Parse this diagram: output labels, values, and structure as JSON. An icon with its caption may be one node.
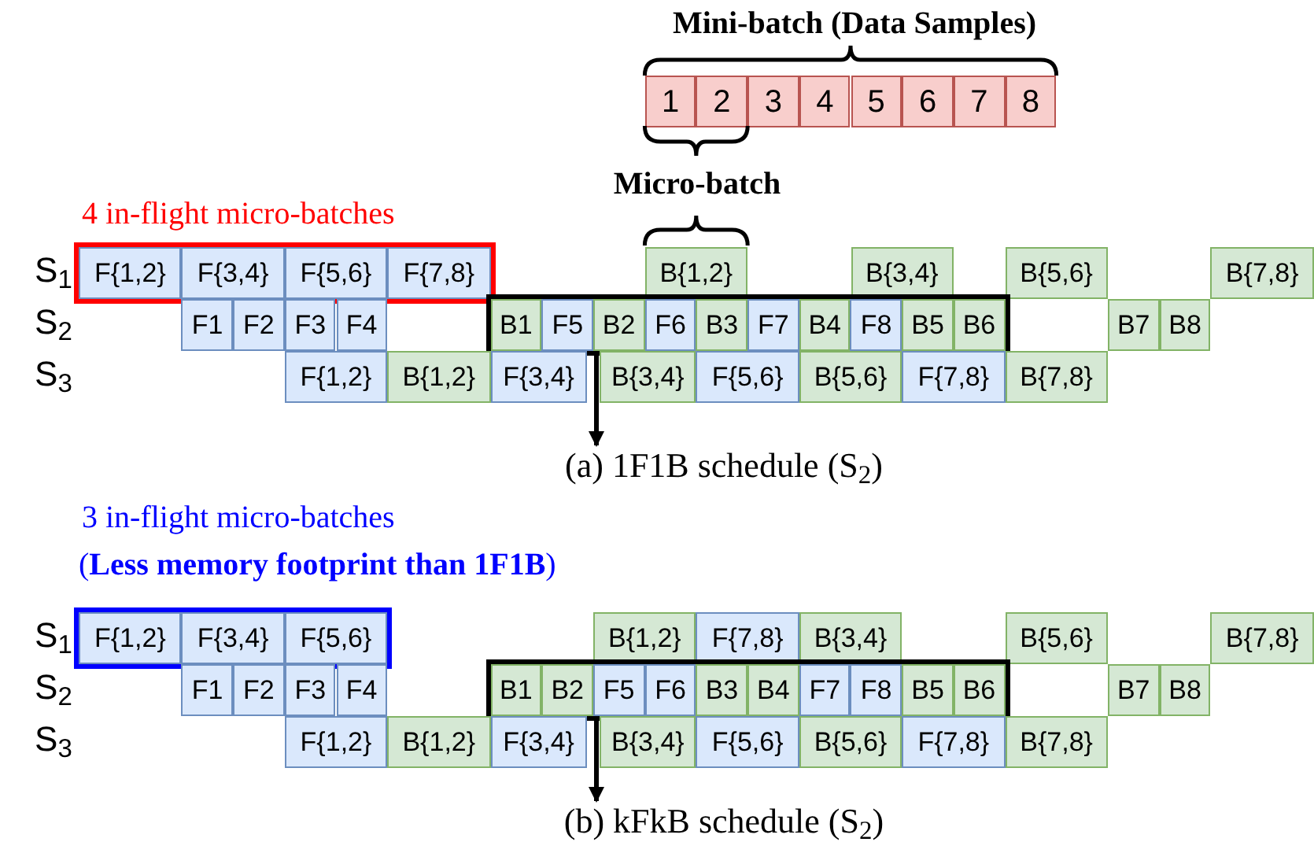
{
  "diagram": {
    "nodes": [
      {
        "text": [
          "1"
        ]
      },
      {
        "text": [
          "2"
        ]
      },
      {
        "text": [
          "3"
        ]
      },
      {
        "text": [
          "4"
        ]
      },
      {
        "text": [
          "5"
        ]
      },
      {
        "text": [
          "6"
        ]
      },
      {
        "text": [
          "7"
        ]
      },
      {
        "text": [
          "8"
        ]
      },
      {
        "text": [],
        "shape": "box"
      },
      {
        "text": [
          "F{1,2}"
        ],
        "in": 8
      },
      {
        "text": [
          "F{3,4}"
        ],
        "in": 8
      },
      {
        "text": [
          "F{5,6}"
        ],
        "in": 8
      },
      {
        "text": [
          "F{7,8}"
        ],
        "in": 8
      },
      {
        "text": [
          "B{1,2}"
        ]
      },
      {
        "text": [
          "B{3,4}"
        ]
      },
      {
        "text": [
          "B{5,6}"
        ]
      },
      {
        "text": [
          "B{7,8}"
        ]
      },
      {
        "text": [
          "F1"
        ]
      },
      {
        "text": [
          "F2"
        ]
      },
      {
        "text": [
          "F3"
        ]
      },
      {
        "text": [
          "F4"
        ]
      },
      {
        "text": [],
        "shape": "box"
      },
      {
        "text": [
          "B1"
        ],
        "in": 21
      },
      {
        "text": [
          "F5"
        ],
        "in": 21
      },
      {
        "text": [
          "B2"
        ],
        "in": 21
      },
      {
        "text": [
          "F6"
        ],
        "in": 21
      },
      {
        "text": [
          "B3"
        ],
        "in": 21
      },
      {
        "text": [
          "F7"
        ],
        "in": 21
      },
      {
        "text": [
          "B4"
        ],
        "in": 21
      },
      {
        "text": [
          "F8"
        ],
        "in": 21
      },
      {
        "text": [
          "B5"
        ],
        "in": 21
      },
      {
        "text": [
          "B6"
        ],
        "in": 21
      },
      {
        "text": [
          "B7"
        ]
      },
      {
        "text": [
          "B8"
        ]
      },
      {
        "text": [
          "F{1,2}"
        ]
      },
      {
        "text": [
          "B{1,2}"
        ]
      },
      {
        "text": [
          "F{3,4}"
        ]
      },
      {
        "text": [
          "B{3,4}"
        ]
      },
      {
        "text": [
          "F{5,6}"
        ]
      },
      {
        "text": [
          "B{5,6}"
        ]
      },
      {
        "text": [
          "F{7,8}"
        ]
      },
      {
        "text": [
          "B{7,8}"
        ]
      },
      {
        "text": [
          "(a) 1F1B schedule (S$_{2}$)"
        ]
      },
      {
        "text": [],
        "shape": "box"
      },
      {
        "text": [
          "F{1,2}"
        ],
        "in": 43
      },
      {
        "text": [
          "F{3,4}"
        ],
        "in": 43
      },
      {
        "text": [
          "F{5,6}"
        ],
        "in": 43
      },
      {
        "text": [
          "B{1,2}"
        ]
      },
      {
        "text": [
          "F{7,8}"
        ]
      },
      {
        "text": [
          "B{3,4}"
        ]
      },
      {
        "text": [
          "B{5,6}"
        ]
      },
      {
        "text": [
          "B{7,8}"
        ]
      },
      {
        "text": [
          "F1"
        ]
      },
      {
        "text": [
          "F2"
        ]
      },
      {
        "text": [
          "F3"
        ]
      },
      {
        "text": [
          "F4"
        ]
      },
      {
        "text": [],
        "shape": "box"
      },
      {
        "text": [
          "B1"
        ],
        "in": 56
      },
      {
        "text": [
          "B2"
        ],
        "in": 56
      },
      {
        "text": [
          "F5"
        ],
        "in": 56
      },
      {
        "text": [
          "F6"
        ],
        "in": 56
      },
      {
        "text": [
          "B3"
        ],
        "in": 56
      },
      {
        "text": [
          "B4"
        ],
        "in": 56
      },
      {
        "text": [
          "F7"
        ],
        "in": 56
      },
      {
        "text": [
          "F8"
        ],
        "in": 56
      },
      {
        "text": [
          "B5"
        ],
        "in": 56
      },
      {
        "text": [
          "B6"
        ],
        "in": 56
      },
      {
        "text": [
          "B7"
        ]
      },
      {
        "text": [
          "B8"
        ]
      },
      {
        "text": [
          "F{1,2}"
        ]
      },
      {
        "text": [
          "B{1,2}"
        ]
      },
      {
        "text": [
          "F{3,4}"
        ]
      },
      {
        "text": [
          "B{3,4}"
        ]
      },
      {
        "text": [
          "F{5,6}"
        ]
      },
      {
        "text": [
          "B{5,6}"
        ]
      },
      {
        "text": [
          "F{7,8}"
        ]
      },
      {
        "text": [
          "B{7,8}"
        ]
      },
      {
        "text": [
          "(b) kFkB schedule (S$_{2}$)"
        ]
      }
    ],
    "edges": [
      {
        "from": 21,
        "to": 42,
        "arrow": "to"
      },
      {
        "from": 56,
        "to": 77,
        "arrow": "to"
      }
    ],
    "labels": [
      "Mini-batch (Data Samples)",
      "Micro-batch",
      "4 in-flight micro-batches",
      "S$_{1}$",
      "S$_{2}$",
      "S$_{3}$",
      "3 in-flight micro-batches",
      "(**Less memory footprint than 1F1B**)",
      "S$_{1}$",
      "S$_{2}$",
      "S$_{3}$"
    ]
  }
}
